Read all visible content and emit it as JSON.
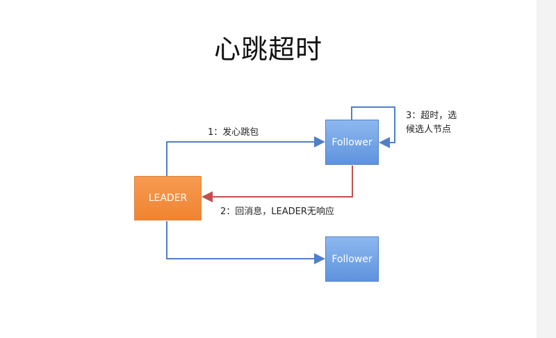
{
  "title": "心跳超时",
  "nodes": {
    "leader": "LEADER",
    "follower_top": "Follower",
    "follower_bottom": "Follower"
  },
  "edges": {
    "heartbeat": "1：发心跳包",
    "reply": "2：回消息，LEADER无响应",
    "timeout_line1": "3：超时，选",
    "timeout_line2": "候选人节点"
  },
  "colors": {
    "leader_fill": "#f08a3c",
    "follower_fill": "#6f9fe4",
    "blue_arrow": "#4f7fc6",
    "red_arrow": "#c0504d"
  }
}
